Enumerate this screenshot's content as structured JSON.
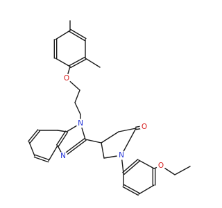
{
  "molecule": {
    "atom_labels": {
      "ether_oxygen_chain": "O",
      "benzimidazole_n1": "N",
      "benzimidazole_n3": "N",
      "lactam_nitrogen": "N",
      "carbonyl_oxygen": "O",
      "ethoxy_oxygen": "O"
    },
    "colors": {
      "bond": "#1a1a1a",
      "oxygen": "#d62020",
      "nitrogen": "#2030d6",
      "background": "#ffffff"
    }
  }
}
